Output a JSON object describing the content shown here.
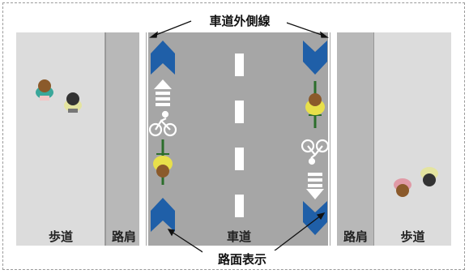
{
  "labels": {
    "edge_line": "車道外側線",
    "road_marking": "路面表示",
    "roadway": "車道",
    "sidewalk_left": "歩道",
    "shoulder_left": "路肩",
    "shoulder_right": "路肩",
    "sidewalk_right": "歩道"
  },
  "colors": {
    "sidewalk": "#dcdcdc",
    "shoulder": "#b8b8b8",
    "roadway": "#a6a6a6",
    "lane_line": "#ffffff",
    "marking": "#1f5fa8",
    "cyclist_shirt": "#e8e04a"
  },
  "icons": {
    "marking": "blue-chevron-icon",
    "bicycle": "bicycle-icon",
    "arrow": "white-arrow-icon",
    "pedestrian": "pedestrian-icon",
    "cyclist": "cyclist-icon"
  }
}
